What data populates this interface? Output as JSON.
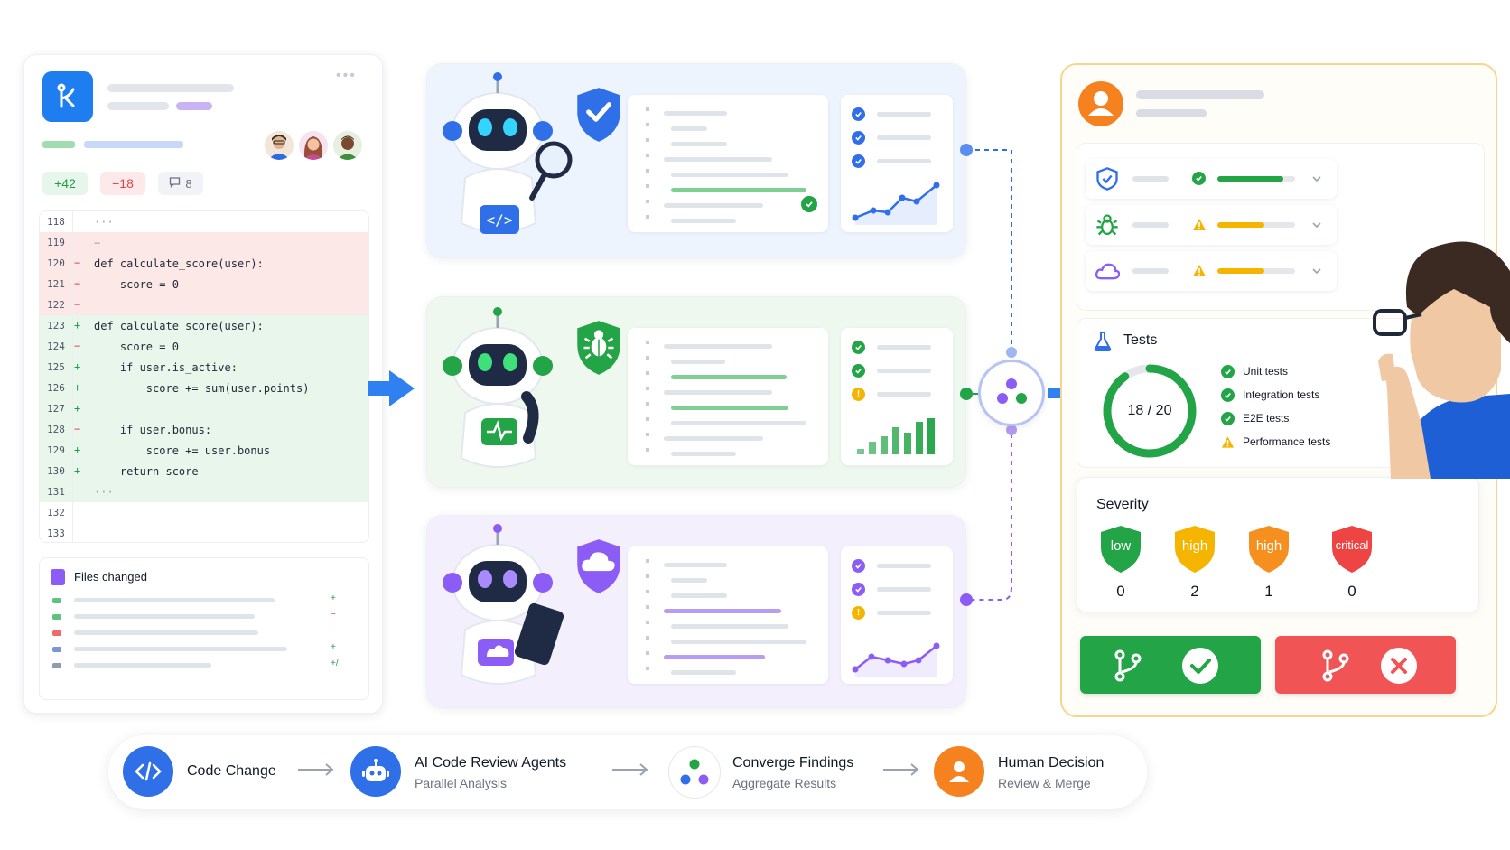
{
  "pr": {
    "additions": "+42",
    "deletions": "−18",
    "comments": "8",
    "files_title": "Files changed",
    "file_stats": [
      "+",
      "−",
      "−",
      "+",
      "+/"
    ]
  },
  "diff": [
    {
      "n": "118",
      "s": "",
      "t": "···",
      "bg": "none"
    },
    {
      "n": "119",
      "s": "",
      "t": "−",
      "bg": "del"
    },
    {
      "n": "120",
      "s": "−",
      "t": "def calculate_score(user):",
      "bg": "del"
    },
    {
      "n": "121",
      "s": "−",
      "t": "    score = 0",
      "bg": "del"
    },
    {
      "n": "122",
      "s": "−",
      "t": "",
      "bg": "del"
    },
    {
      "n": "123",
      "s": "+",
      "t": "def calculate_score(user):",
      "bg": "add"
    },
    {
      "n": "124",
      "s": "−",
      "t": "    score = 0",
      "bg": "add"
    },
    {
      "n": "125",
      "s": "+",
      "t": "    if user.is_active:",
      "bg": "add"
    },
    {
      "n": "126",
      "s": "+",
      "t": "        score += sum(user.points)",
      "bg": "add"
    },
    {
      "n": "127",
      "s": "+",
      "t": "",
      "bg": "add"
    },
    {
      "n": "128",
      "s": "−",
      "t": "    if user.bonus:",
      "bg": "add"
    },
    {
      "n": "129",
      "s": "+",
      "t": "        score += user.bonus",
      "bg": "add"
    },
    {
      "n": "130",
      "s": "+",
      "t": "    return score",
      "bg": "add"
    },
    {
      "n": "131",
      "s": "",
      "t": "···",
      "bg": "add"
    },
    {
      "n": "132",
      "s": "",
      "t": "",
      "bg": "none"
    },
    {
      "n": "133",
      "s": "",
      "t": "",
      "bg": "none"
    }
  ],
  "agents": [
    {
      "id": "security",
      "color": "#2f6fe8",
      "bg": "#eef4fe",
      "icon": "shield-check-icon",
      "robot": "robot-magnifier"
    },
    {
      "id": "bugs",
      "color": "#22a447",
      "bg": "#eef8ef",
      "icon": "bug-shield-icon",
      "robot": "robot-thinking"
    },
    {
      "id": "cloud",
      "color": "#8b5cf6",
      "bg": "#f4effc",
      "icon": "cloud-shield-icon",
      "robot": "robot-tablet"
    }
  ],
  "review": {
    "findings": [
      {
        "icon": "shield-icon",
        "status": "check",
        "color": "#22a447",
        "level": 0.85
      },
      {
        "icon": "bug-icon",
        "status": "warning",
        "color": "#f5b400",
        "level": 0.6
      },
      {
        "icon": "cloud-icon",
        "status": "warning",
        "color": "#f5b400",
        "level": 0.6
      }
    ],
    "tests_title": "Tests",
    "tests_score": "18 / 20",
    "tests_passed": 18,
    "tests_total": 20,
    "tests": [
      {
        "label": "Unit tests",
        "status": "pass"
      },
      {
        "label": "Integration tests",
        "status": "pass"
      },
      {
        "label": "E2E tests",
        "status": "pass"
      },
      {
        "label": "Performance tests",
        "status": "warn"
      }
    ],
    "severity_title": "Severity",
    "severity": [
      {
        "label": "low",
        "count": "0",
        "color": "#22a447"
      },
      {
        "label": "high",
        "count": "2",
        "color": "#f5b400"
      },
      {
        "label": "high",
        "count": "1",
        "color": "#f5901f"
      },
      {
        "label": "critical",
        "count": "0",
        "color": "#ef4444"
      }
    ],
    "approve_color": "#22a447",
    "reject_color": "#f05454"
  },
  "steps": [
    {
      "title": "Code Change",
      "sub": "",
      "icon": "code-icon"
    },
    {
      "title": "AI Code Review Agents",
      "sub": "Parallel Analysis",
      "icon": "robot-icon"
    },
    {
      "title": "Converge Findings",
      "sub": "Aggregate Results",
      "icon": "converge-icon"
    },
    {
      "title": "Human Decision",
      "sub": "Review & Merge",
      "icon": "user-icon"
    }
  ],
  "colors": {
    "blue": "#2f6fe8",
    "green": "#22a447",
    "purple": "#8b5cf6",
    "orange": "#f5901f",
    "red": "#ef4444"
  }
}
